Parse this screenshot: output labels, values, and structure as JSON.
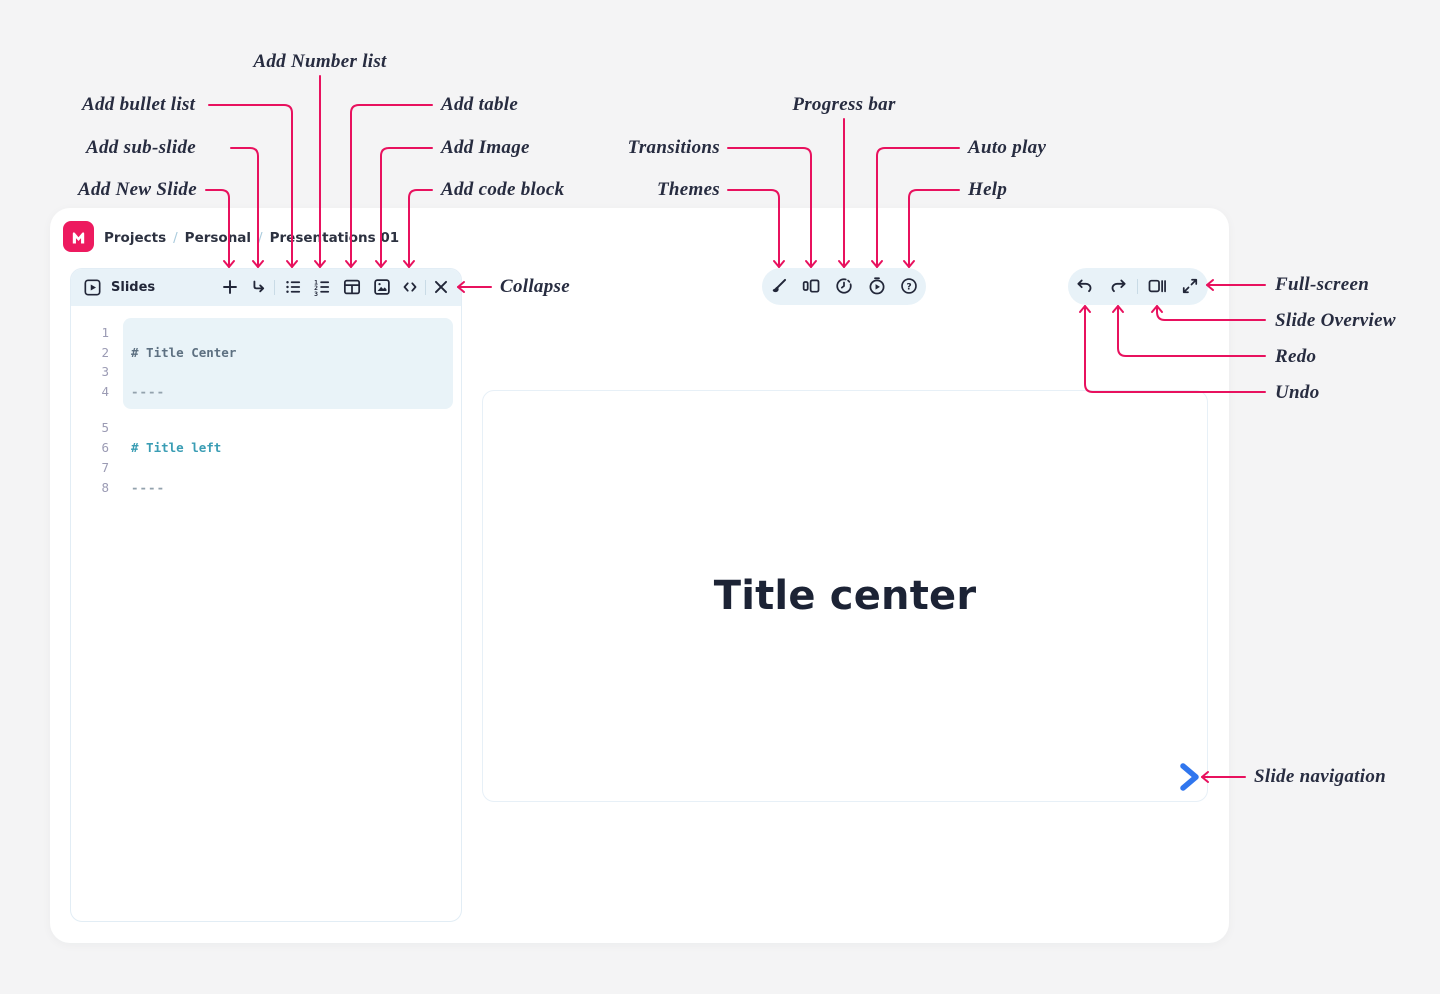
{
  "colors": {
    "accent_pink": "#e8115e",
    "logo_pink": "#ed1a5f",
    "toolbar_bg": "#e8f2f8",
    "nav_blue": "#3076ee",
    "ink": "#222739",
    "page_bg": "#f4f4f5"
  },
  "breadcrumb": {
    "items": [
      "Projects",
      "Personal",
      "Presentations 01"
    ],
    "separator": "/"
  },
  "slides_panel": {
    "title": "Slides"
  },
  "editor": {
    "lines": [
      {
        "num": "1",
        "text": ""
      },
      {
        "num": "2",
        "text": "# Title Center"
      },
      {
        "num": "3",
        "text": ""
      },
      {
        "num": "4",
        "text": "----"
      },
      {
        "num": "5",
        "text": ""
      },
      {
        "num": "6",
        "text": "# Title left"
      },
      {
        "num": "7",
        "text": ""
      },
      {
        "num": "8",
        "text": "----"
      }
    ]
  },
  "slide": {
    "title": "Title center"
  },
  "icons": {
    "slides_panel_header": "play-square-icon",
    "slides_toolbar": [
      "add-slide-plus-icon",
      "add-sub-slide-icon",
      "bullet-list-icon",
      "number-list-icon",
      "table-icon",
      "image-icon",
      "code-icon",
      "close-icon"
    ],
    "view_toolbar": [
      "themes-brush-icon",
      "transitions-icon",
      "progress-clock-icon",
      "autoplay-icon",
      "help-icon"
    ],
    "history_toolbar": [
      "undo-icon",
      "redo-icon",
      "slide-overview-icon",
      "fullscreen-icon"
    ],
    "slide_nav": "chevron-right-icon"
  },
  "annotations": {
    "add_number_list": "Add Number list",
    "add_bullet_list": "Add bullet list",
    "add_sub_slide": "Add sub-slide",
    "add_new_slide": "Add New Slide",
    "add_table": "Add table",
    "add_image": "Add Image",
    "add_code_block": "Add code block",
    "collapse": "Collapse",
    "transitions": "Transitions",
    "themes": "Themes",
    "progress_bar": "Progress bar",
    "auto_play": "Auto play",
    "help": "Help",
    "full_screen": "Full-screen",
    "slide_overview": "Slide Overview",
    "redo": "Redo",
    "undo": "Undo",
    "slide_navigation": "Slide navigation"
  }
}
